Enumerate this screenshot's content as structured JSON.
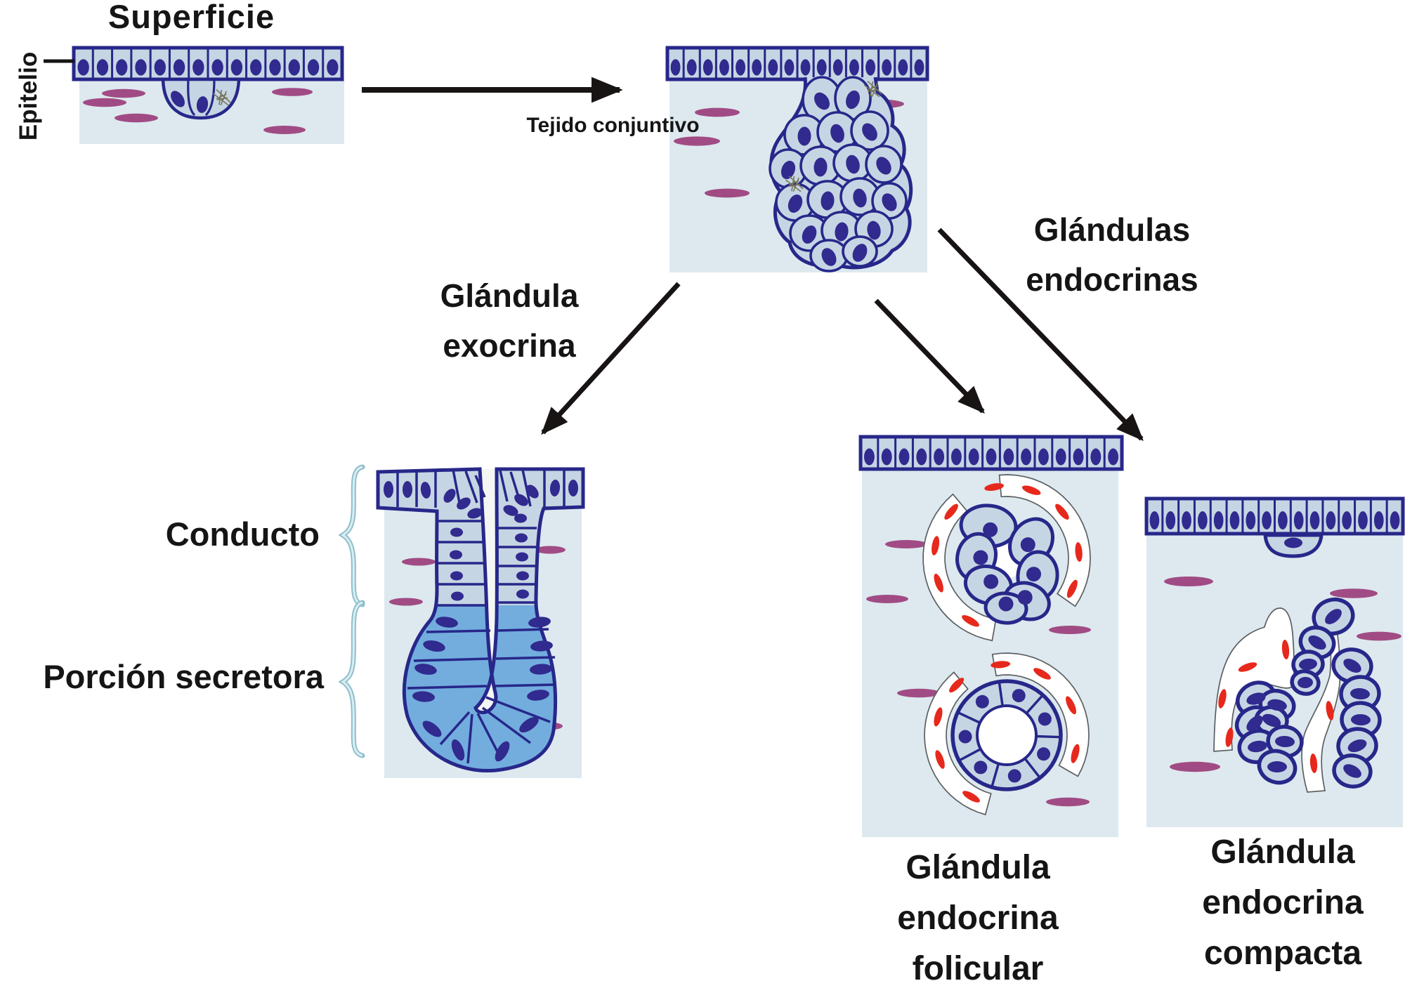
{
  "labels": {
    "superficie": "Superficie",
    "epitelio": "Epitelio",
    "tejido_conjuntivo": "Tejido conjuntivo",
    "glandula_exocrina": [
      "Glándula",
      "exocrina"
    ],
    "glandulas_endocrinas": [
      "Glándulas",
      "endocrinas"
    ],
    "conducto": "Conducto",
    "porcion_secretora": "Porción secretora",
    "glandula_endocrina_folicular": [
      "Glándula",
      "endocrina",
      "folicular"
    ],
    "glandula_endocrina_compacta": [
      "Glándula",
      "endocrina",
      "compacta"
    ]
  },
  "palette": {
    "text": "#151515",
    "arrow": "#181414",
    "cell_fill": "#c6d5e3",
    "outline": "#27278a",
    "nucleus": "#312a8f",
    "tissue": "#dde9ee",
    "secretory": "#72adde",
    "lumen": "#f3f6f3",
    "fibroblast": "#a14b85",
    "rbc": "#e6291c",
    "capillary": "#5b5f63",
    "brace": "#8fbfcb",
    "brace_hl": "#d9edf3",
    "mitotic": "#75755a",
    "white": "#ffffff"
  }
}
